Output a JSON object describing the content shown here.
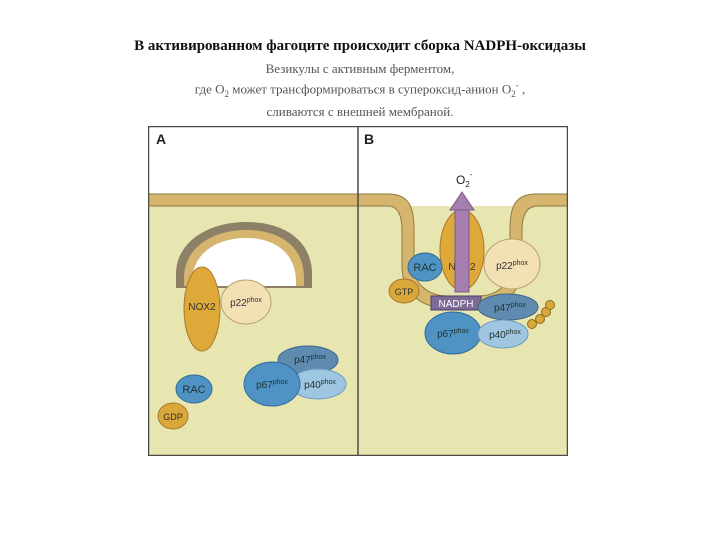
{
  "title": "В активированном фагоците происходит сборка NADPH-оксидазы",
  "subtitle": {
    "line1": "Везикулы с активным ферментом,",
    "line2_a": "где O",
    "line2_sub": "2",
    "line2_b": " может трансформироваться в супероксид-анион O",
    "line2_sub2": "2",
    "line2_sup2": "-",
    "line2_c": " ,",
    "line3": "сливаются с внешней мембраной."
  },
  "figure": {
    "panel_a": {
      "label": "A",
      "proteins": {
        "nox2": "NOX2",
        "p22_base": "p22",
        "p22_sup": "phox",
        "p47_base": "p47",
        "p47_sup": "phox",
        "p67_base": "p67",
        "p67_sup": "phox",
        "p40_base": "p40",
        "p40_sup": "phox",
        "rac": "RAC",
        "gdp": "GDP"
      }
    },
    "panel_b": {
      "label": "B",
      "superoxide_base": "O",
      "superoxide_sub": "2",
      "superoxide_sup": "-",
      "proteins": {
        "rac": "RAC",
        "nox2": "NOX2",
        "p22_base": "p22",
        "p22_sup": "phox",
        "gtp": "GTP",
        "nadph": "NADPH",
        "p47_base": "p47",
        "p47_sup": "phox",
        "p67_base": "p67",
        "p67_sup": "phox",
        "p40_base": "p40",
        "p40_sup": "phox"
      }
    },
    "colors": {
      "cytoplasm": "#e8e6b0",
      "membrane": "#d6b56e",
      "membrane_edge": "#8f7a3e",
      "vesicle_core": "#ffffff",
      "vesicle_ring": "#8c8166",
      "nox2": "#dfa93a",
      "p22": "#f3e0b4",
      "blue_dark": "#4f93c4",
      "blue_mid": "#78aed2",
      "blue_light": "#9fc6e0",
      "gdp": "#d9a73a",
      "nadph_box": "#7b6b96",
      "arrow": "#a77fae",
      "frame": "#4a4a4a"
    }
  }
}
